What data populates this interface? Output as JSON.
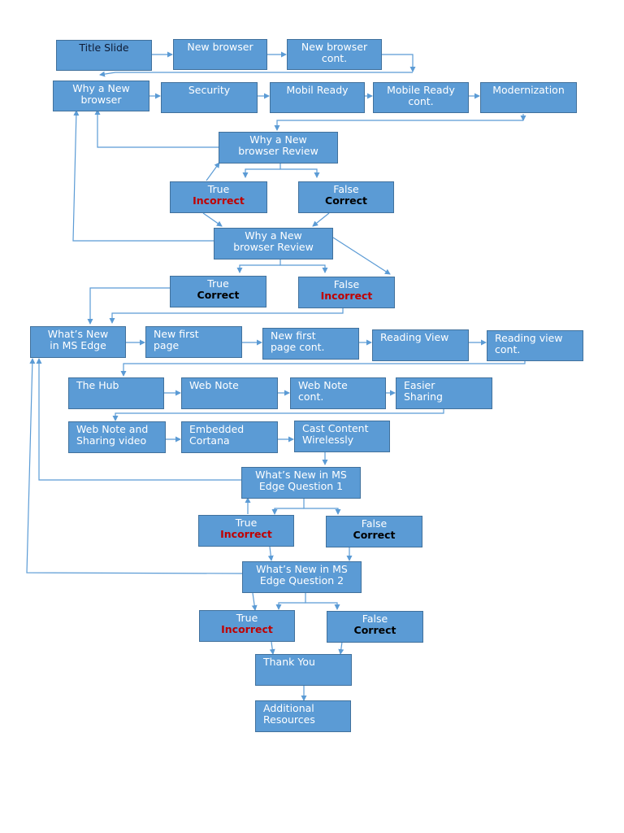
{
  "nodes": {
    "title_slide": {
      "l1": "Title Slide",
      "l2": ""
    },
    "new_browser": {
      "l1": "New browser",
      "l2": ""
    },
    "new_browser_cont": {
      "l1": "New browser",
      "l2": "cont."
    },
    "why_new_browser": {
      "l1": "Why a New",
      "l2": "browser"
    },
    "security": {
      "l1": "Security",
      "l2": ""
    },
    "mobil_ready": {
      "l1": "Mobil Ready",
      "l2": ""
    },
    "mobile_ready_cont": {
      "l1": "Mobile Ready",
      "l2": "cont."
    },
    "modernization": {
      "l1": "Modernization",
      "l2": ""
    },
    "review1": {
      "l1": "Why a New",
      "l2": "browser Review"
    },
    "r1_true": {
      "l1": "True",
      "l2": "Incorrect"
    },
    "r1_false": {
      "l1": "False",
      "l2": "Correct"
    },
    "review2": {
      "l1": "Why a New",
      "l2": "browser Review"
    },
    "r2_true": {
      "l1": "True",
      "l2": "Correct"
    },
    "r2_false": {
      "l1": "False",
      "l2": "Incorrect"
    },
    "whats_new_edge": {
      "l1": "What’s New",
      "l2": "in MS Edge"
    },
    "new_first_page": {
      "l1": "New first",
      "l2": "page"
    },
    "new_first_page_cont": {
      "l1": "New first",
      "l2": "page cont."
    },
    "reading_view": {
      "l1": "Reading View",
      "l2": ""
    },
    "reading_view_cont": {
      "l1": "Reading view",
      "l2": "cont."
    },
    "the_hub": {
      "l1": "The Hub",
      "l2": ""
    },
    "web_note": {
      "l1": "Web Note",
      "l2": ""
    },
    "web_note_cont": {
      "l1": "Web Note",
      "l2": "cont."
    },
    "easier_sharing": {
      "l1": "Easier",
      "l2": "Sharing"
    },
    "web_note_video": {
      "l1": "Web Note and",
      "l2": "Sharing video"
    },
    "embedded_cortana": {
      "l1": "Embedded",
      "l2": "Cortana"
    },
    "cast_content": {
      "l1": "Cast Content",
      "l2": "Wirelessly"
    },
    "edge_q1": {
      "l1": "What’s New in MS",
      "l2": "Edge Question 1"
    },
    "q1_true": {
      "l1": "True",
      "l2": "Incorrect"
    },
    "q1_false": {
      "l1": "False",
      "l2": "Correct"
    },
    "edge_q2": {
      "l1": "What’s New in MS",
      "l2": "Edge Question 2"
    },
    "q2_true": {
      "l1": "True",
      "l2": "Incorrect"
    },
    "q2_false": {
      "l1": "False",
      "l2": "Correct"
    },
    "thank_you": {
      "l1": "Thank You",
      "l2": ""
    },
    "additional_resources": {
      "l1": "Additional",
      "l2": "Resources"
    }
  },
  "colors": {
    "box_fill": "#5b9bd5",
    "box_border": "#41719c",
    "connector": "#5b9bd5",
    "incorrect_text": "#c00000",
    "correct_text": "#000000"
  }
}
